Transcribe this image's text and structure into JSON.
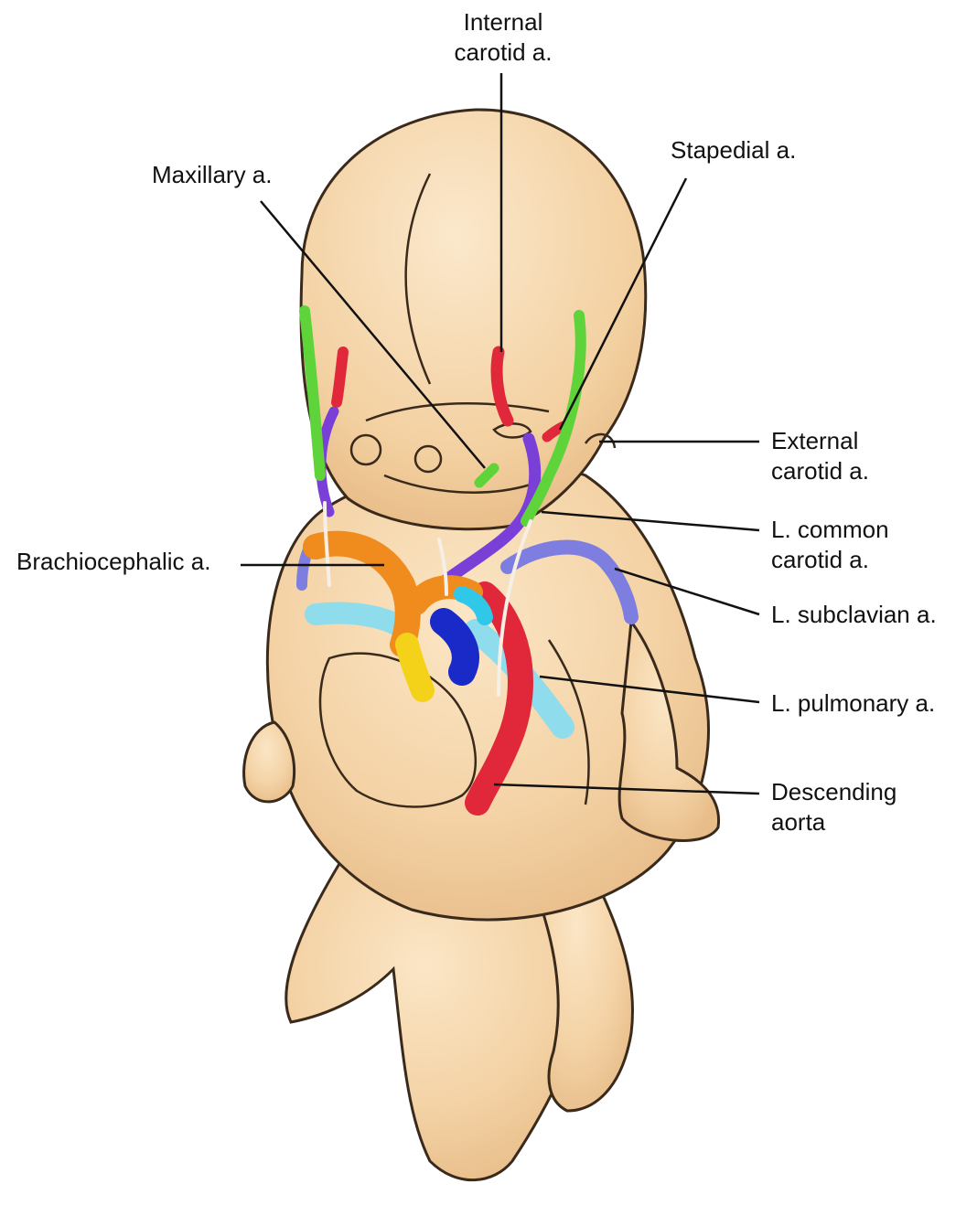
{
  "labels": {
    "internal_carotid": [
      "Internal",
      "carotid a."
    ],
    "stapedial": "Stapedial a.",
    "maxillary": "Maxillary a.",
    "external_carotid": [
      "External",
      "carotid a."
    ],
    "common_carotid": [
      "L. common",
      "carotid a."
    ],
    "brachiocephalic": "Brachiocephalic a.",
    "subclavian": "L. subclavian a.",
    "pulmonary": "L. pulmonary a.",
    "descending_aorta": [
      "Descending",
      "aorta"
    ]
  },
  "colors": {
    "skin": "#f4d3a6",
    "skin_shade": "#e3b482",
    "outline": "#3a2a1c",
    "red": "#e0283a",
    "green": "#5fd43a",
    "purple": "#7a3fd6",
    "light_blue": "#8fdcec",
    "orange": "#f08c1e",
    "yellow": "#f5d21a",
    "dark_blue": "#1a2ac8",
    "periwinkle": "#7e7ee0",
    "cyan": "#30c8e8"
  }
}
